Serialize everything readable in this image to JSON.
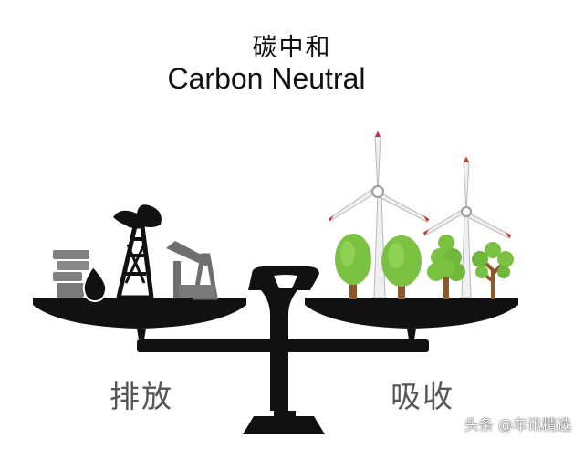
{
  "title": {
    "chinese": "碳中和",
    "english": "Carbon Neutral"
  },
  "labels": {
    "emission": "排放",
    "absorption": "吸收"
  },
  "watermark": "头条 @车讯精选",
  "icons": {
    "left_pan": [
      "stacked-coins-icon",
      "oil-drop-icon",
      "oil-derrick-icon",
      "pump-jack-icon"
    ],
    "right_pan": [
      "wind-turbine-icon",
      "wind-turbine-icon",
      "tree-icon",
      "tree-icon",
      "pine-tree-icon",
      "small-tree-icon"
    ],
    "structure": [
      "balance-scale-icon"
    ]
  },
  "colors": {
    "scale": "#111111",
    "industry": "#808080",
    "industry_dark": "#111111",
    "tree_green": "#7cc242",
    "tree_green_dark": "#5fa82f",
    "trunk": "#8b5a2b",
    "turbine": "#f0f0f0",
    "turbine_accent": "#d32f2f",
    "label_text": "#555555"
  }
}
